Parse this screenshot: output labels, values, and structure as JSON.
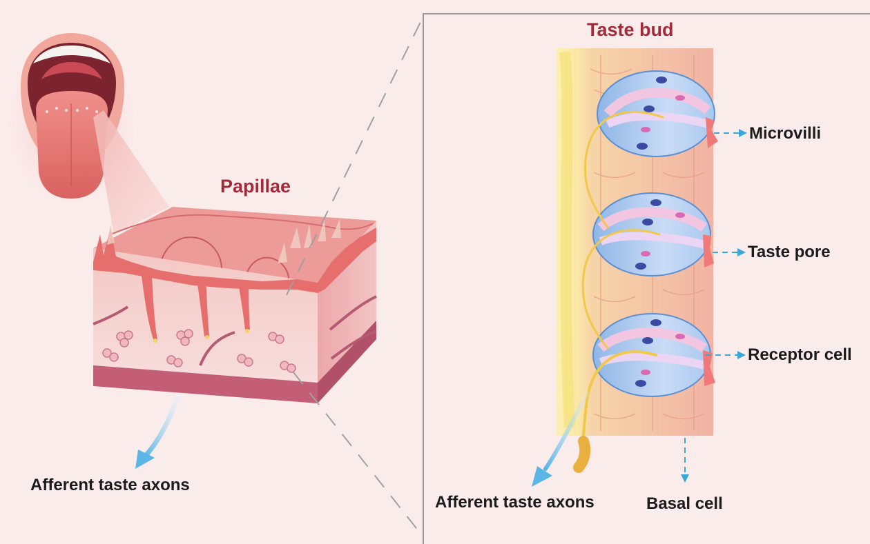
{
  "labels": {
    "taste_bud": "Taste bud",
    "papillae": "Papillae",
    "microvilli": "Microvilli",
    "taste_pore": "Taste pore",
    "receptor_cell": "Receptor cell",
    "basal_cell": "Basal cell",
    "afferent_left": "Afferent taste axons",
    "afferent_right": "Afferent taste axons"
  },
  "colors": {
    "background": "#fbecec",
    "title_red": "#a32a3a",
    "label_black": "#1b1b1b",
    "arrow_blue": "#3aa7d8",
    "tissue_pink": "#e8858a",
    "bud_blue": "#9cc2ea",
    "nerve_yellow": "#f3cf6b"
  }
}
